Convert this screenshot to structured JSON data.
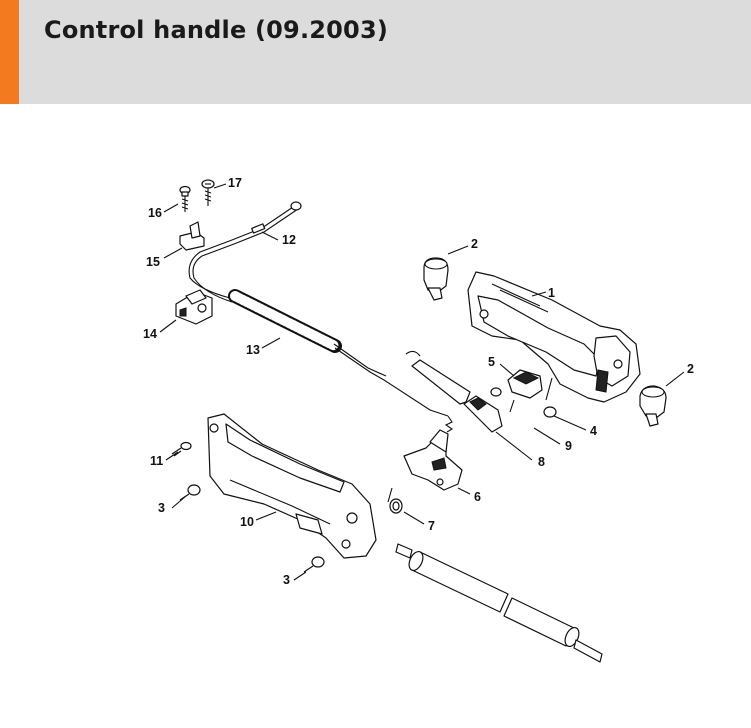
{
  "header": {
    "title": "Control handle (09.2003)"
  },
  "colors": {
    "accent": "#f37a1f",
    "header_bg": "#dcdcdc"
  },
  "callouts": [
    {
      "id": "c1",
      "text": "1"
    },
    {
      "id": "c2a",
      "text": "2"
    },
    {
      "id": "c2b",
      "text": "2"
    },
    {
      "id": "c3a",
      "text": "3"
    },
    {
      "id": "c3b",
      "text": "3"
    },
    {
      "id": "c4",
      "text": "4"
    },
    {
      "id": "c5",
      "text": "5"
    },
    {
      "id": "c6",
      "text": "6"
    },
    {
      "id": "c7",
      "text": "7"
    },
    {
      "id": "c8",
      "text": "8"
    },
    {
      "id": "c9",
      "text": "9"
    },
    {
      "id": "c10",
      "text": "10"
    },
    {
      "id": "c11",
      "text": "11"
    },
    {
      "id": "c12",
      "text": "12"
    },
    {
      "id": "c13",
      "text": "13"
    },
    {
      "id": "c14",
      "text": "14"
    },
    {
      "id": "c15",
      "text": "15"
    },
    {
      "id": "c16",
      "text": "16"
    },
    {
      "id": "c17",
      "text": "17"
    }
  ]
}
